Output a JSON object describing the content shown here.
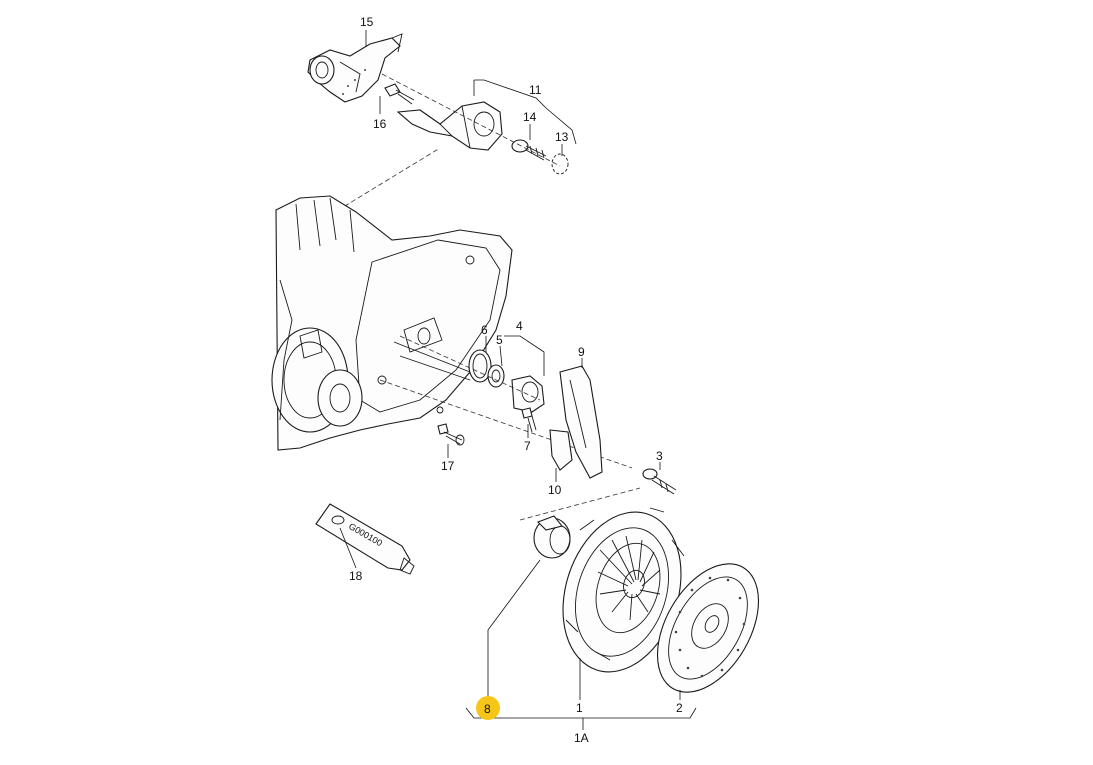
{
  "callouts": {
    "c1": "1",
    "c1a": "1A",
    "c2": "2",
    "c3": "3",
    "c4": "4",
    "c5": "5",
    "c6": "6",
    "c7": "7",
    "c8": "8",
    "c9": "9",
    "c10": "10",
    "c11": "11",
    "c13": "13",
    "c14": "14",
    "c15": "15",
    "c16": "16",
    "c17": "17",
    "c18": "18"
  },
  "tube_label": "G000100",
  "highlight_color": "#f5c518"
}
